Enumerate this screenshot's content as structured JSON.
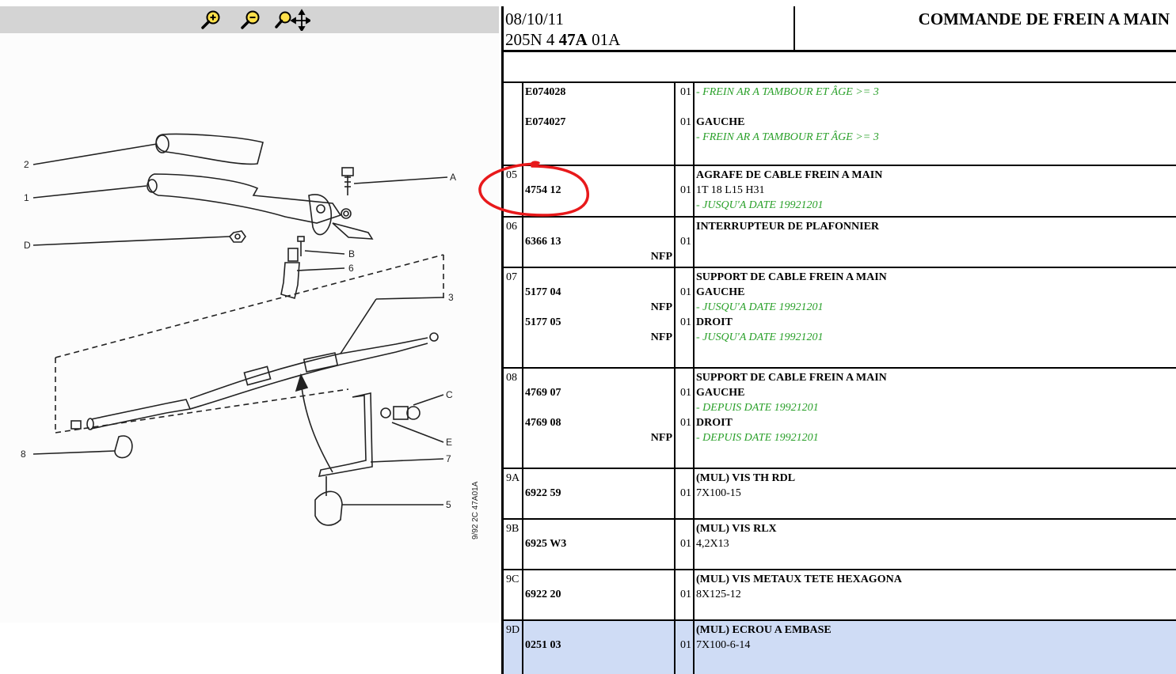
{
  "toolbar": {
    "zoom_in_icon": "zoom-in-icon",
    "zoom_out_icon": "zoom-out-icon",
    "zoom_pan_icon": "zoom-pan-icon"
  },
  "drawing": {
    "callouts": [
      "2",
      "1",
      "D",
      "A",
      "B",
      "6",
      "3",
      "C",
      "E",
      "7",
      "8",
      "5"
    ],
    "reference": "9/92  2C  47A01A"
  },
  "header": {
    "date": "08/10/11",
    "code_prefix": "205N 4",
    "code_bold": "47A",
    "code_suffix": "01A",
    "title": "COMMANDE DE FREIN A MAIN"
  },
  "rows": [
    {
      "ref": "",
      "height": 105,
      "num_lines": [
        [
          "E074028",
          false
        ],
        [
          "",
          false
        ],
        [
          "E074027",
          false
        ],
        [
          "",
          false
        ]
      ],
      "qty_lines": [
        "01",
        "",
        "01",
        ""
      ],
      "desc_lines": [
        [
          "- FREIN AR A TAMBOUR ET ÂGE >= 3",
          "green"
        ],
        [
          "",
          ""
        ],
        [
          "GAUCHE",
          "bold"
        ],
        [
          "- FREIN AR A TAMBOUR ET ÂGE >= 3",
          "green"
        ]
      ]
    },
    {
      "ref": "05",
      "height": 65,
      "num_lines": [
        [
          "",
          false
        ],
        [
          "4754 12",
          false
        ],
        [
          "",
          false
        ]
      ],
      "qty_lines": [
        "",
        "01",
        ""
      ],
      "desc_lines": [
        [
          "AGRAFE DE CABLE FREIN A MAIN",
          "bold"
        ],
        [
          "1T 18 L15 H31",
          ""
        ],
        [
          "- JUSQU'A DATE 19921201",
          "green"
        ]
      ]
    },
    {
      "ref": "06",
      "height": 64,
      "num_lines": [
        [
          "",
          false
        ],
        [
          "6366 13",
          false
        ],
        [
          "NFP",
          true
        ]
      ],
      "qty_lines": [
        "",
        "01",
        ""
      ],
      "desc_lines": [
        [
          "INTERRUPTEUR DE PLAFONNIER",
          "bold"
        ],
        [
          "",
          ""
        ],
        [
          "",
          ""
        ]
      ]
    },
    {
      "ref": "07",
      "height": 127,
      "num_lines": [
        [
          "",
          false
        ],
        [
          "5177 04",
          false
        ],
        [
          "NFP",
          true
        ],
        [
          "5177 05",
          false
        ],
        [
          "NFP",
          true
        ]
      ],
      "qty_lines": [
        "",
        "01",
        "",
        "01",
        ""
      ],
      "desc_lines": [
        [
          "SUPPORT DE CABLE FREIN A MAIN",
          "bold"
        ],
        [
          "GAUCHE",
          "bold"
        ],
        [
          "- JUSQU'A DATE 19921201",
          "green"
        ],
        [
          "DROIT",
          "bold"
        ],
        [
          "- JUSQU'A DATE 19921201",
          "green"
        ]
      ]
    },
    {
      "ref": "08",
      "height": 127,
      "num_lines": [
        [
          "",
          false
        ],
        [
          "4769 07",
          false
        ],
        [
          "",
          false
        ],
        [
          "4769 08",
          false
        ],
        [
          "NFP",
          true
        ]
      ],
      "qty_lines": [
        "",
        "01",
        "",
        "01",
        ""
      ],
      "desc_lines": [
        [
          "SUPPORT DE CABLE FREIN A MAIN",
          "bold"
        ],
        [
          "GAUCHE",
          "bold"
        ],
        [
          "- DEPUIS DATE 19921201",
          "green"
        ],
        [
          "DROIT",
          "bold"
        ],
        [
          "- DEPUIS DATE 19921201",
          "green"
        ]
      ]
    },
    {
      "ref": "9A",
      "height": 64,
      "num_lines": [
        [
          "",
          false
        ],
        [
          "6922 59",
          false
        ]
      ],
      "qty_lines": [
        "",
        "01"
      ],
      "desc_lines": [
        [
          "(MUL) VIS TH RDL",
          "bold"
        ],
        [
          "7X100-15",
          ""
        ]
      ]
    },
    {
      "ref": "9B",
      "height": 64,
      "num_lines": [
        [
          "",
          false
        ],
        [
          "6925 W3",
          false
        ]
      ],
      "qty_lines": [
        "",
        "01"
      ],
      "desc_lines": [
        [
          "(MUL) VIS RLX",
          "bold"
        ],
        [
          "4,2X13",
          ""
        ]
      ]
    },
    {
      "ref": "9C",
      "height": 64,
      "num_lines": [
        [
          "",
          false
        ],
        [
          "6922 20",
          false
        ]
      ],
      "qty_lines": [
        "",
        "01"
      ],
      "desc_lines": [
        [
          "(MUL) VIS METAUX TETE HEXAGONA",
          "bold"
        ],
        [
          "8X125-12",
          ""
        ]
      ]
    },
    {
      "ref": "9D",
      "height": 70,
      "selected": true,
      "num_lines": [
        [
          "",
          false
        ],
        [
          "0251 03",
          false
        ]
      ],
      "qty_lines": [
        "",
        "01"
      ],
      "desc_lines": [
        [
          "(MUL) ECROU A EMBASE",
          "bold"
        ],
        [
          "7X100-6-14",
          ""
        ]
      ]
    }
  ],
  "colors": {
    "note_green": "#2aa02a",
    "selected_row": "#cfdcf5",
    "annotation_red": "#e8191b",
    "toolbar_gray": "#d4d4d4"
  }
}
